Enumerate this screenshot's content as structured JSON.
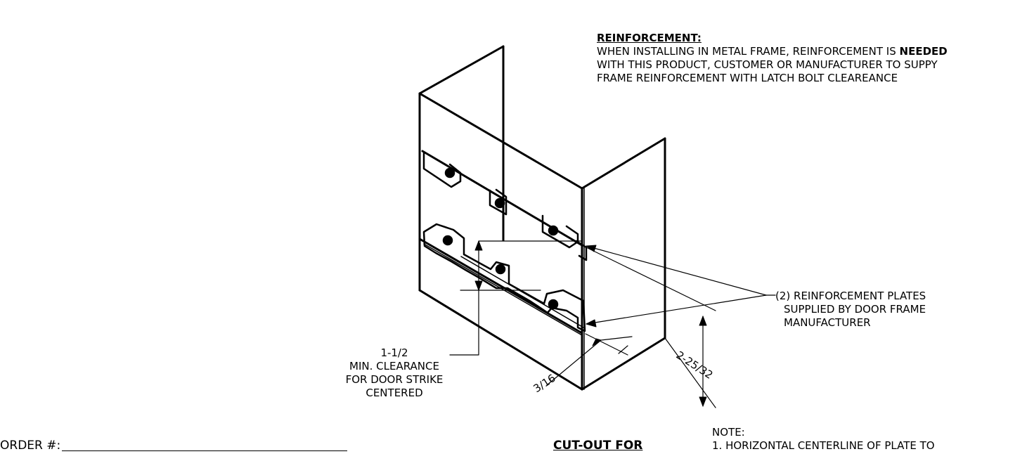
{
  "reinforcement": {
    "heading": "REINFORCEMENT:",
    "line1_prefix": "WHEN INSTALLING IN METAL FRAME, REINFORCEMENT IS ",
    "line1_emphasis": "NEEDED",
    "line2": "WITH THIS PRODUCT, CUSTOMER OR MANUFACTURER TO SUPPY",
    "line3": "FRAME REINFORCEMENT WITH LATCH BOLT CLEAREANCE"
  },
  "plates_callout": {
    "line1": "(2) REINFORCEMENT PLATES",
    "line2": "SUPPLIED BY DOOR FRAME",
    "line3": "MANUFACTURER"
  },
  "clearance_callout": {
    "line1": "1-1/2",
    "line2": "MIN. CLEARANCE",
    "line3": "FOR DOOR STRIKE",
    "line4": "CENTERED"
  },
  "dimensions": {
    "depth": "2-25/32",
    "thickness": "3/16"
  },
  "footer": {
    "order_label": "ORDER #:",
    "order_value": "",
    "cutout_heading": "CUT-OUT FOR",
    "note_label": "NOTE:",
    "note_1": "1. HORIZONTAL CENTERLINE OF PLATE TO"
  }
}
